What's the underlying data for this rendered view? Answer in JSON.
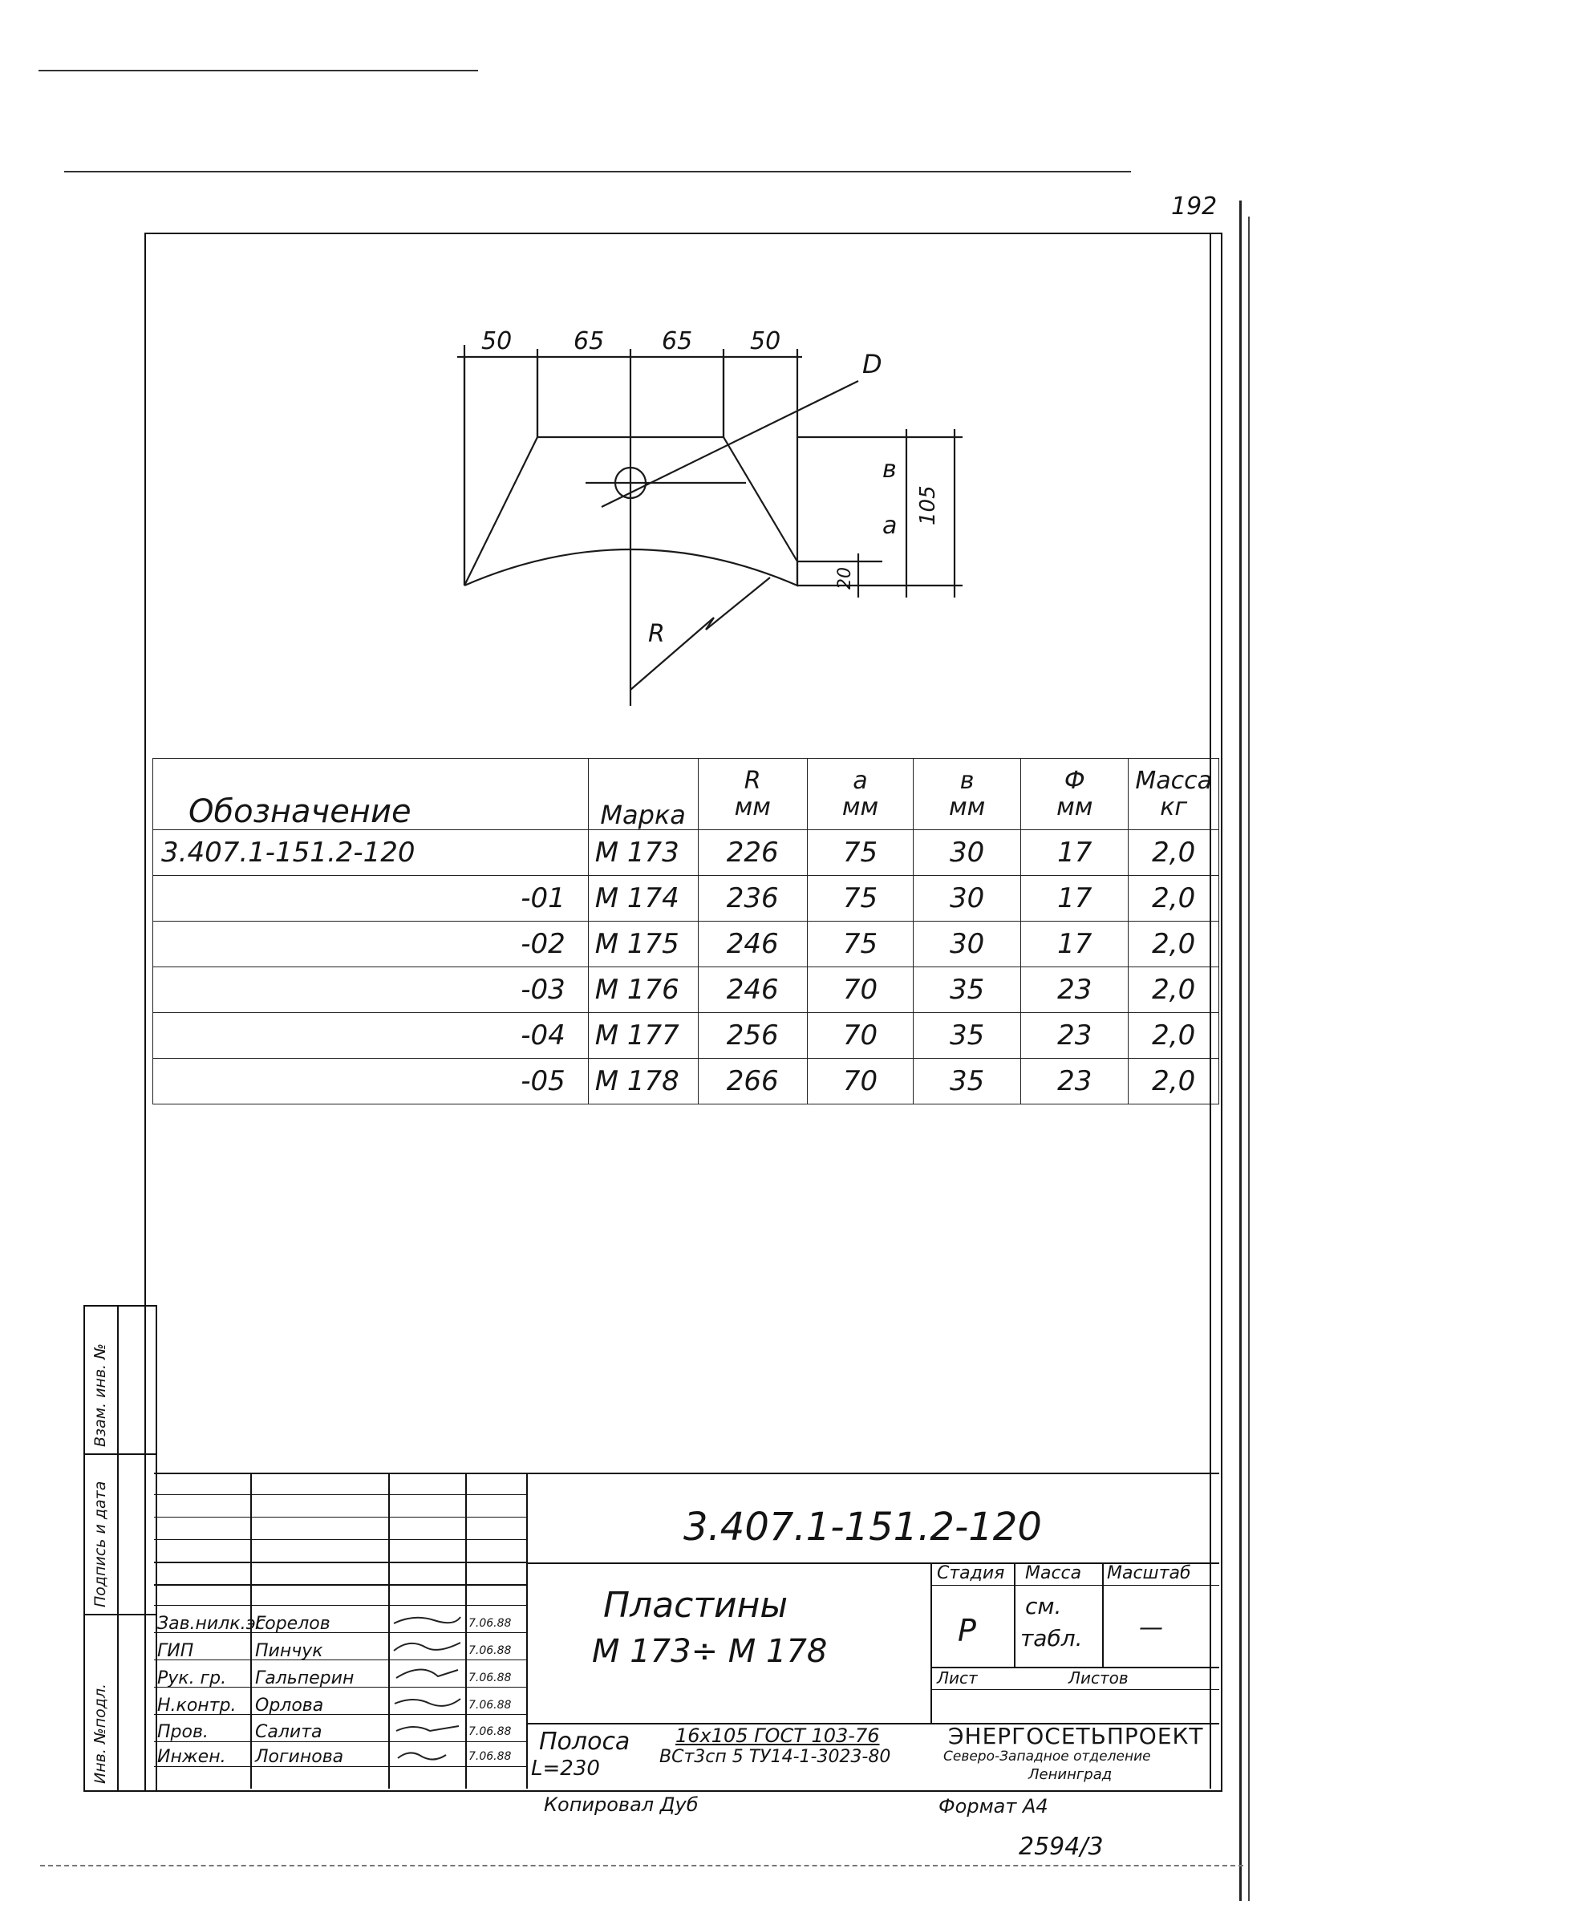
{
  "sheet_number": "192",
  "drawing": {
    "dims_top": [
      "50",
      "65",
      "65",
      "50"
    ],
    "label_D": "D",
    "label_b": "в",
    "label_a": "а",
    "label_105": "105",
    "label_20": "20",
    "label_R": "R"
  },
  "table": {
    "headers": {
      "designation": "Обозначение",
      "mark": "Марка",
      "R": [
        "R",
        "мм"
      ],
      "a": [
        "а",
        "мм"
      ],
      "b": [
        "в",
        "мм"
      ],
      "D": [
        "Ф",
        "мм"
      ],
      "mass": [
        "Масса",
        "кг"
      ]
    },
    "rows": [
      {
        "designation": "3.407.1-151.2-120",
        "mark": "М 173",
        "R": "226",
        "a": "75",
        "b": "30",
        "D": "17",
        "mass": "2,0"
      },
      {
        "designation": "-01",
        "mark": "М 174",
        "R": "236",
        "a": "75",
        "b": "30",
        "D": "17",
        "mass": "2,0"
      },
      {
        "designation": "-02",
        "mark": "М 175",
        "R": "246",
        "a": "75",
        "b": "30",
        "D": "17",
        "mass": "2,0"
      },
      {
        "designation": "-03",
        "mark": "М 176",
        "R": "246",
        "a": "70",
        "b": "35",
        "D": "23",
        "mass": "2,0"
      },
      {
        "designation": "-04",
        "mark": "М 177",
        "R": "256",
        "a": "70",
        "b": "35",
        "D": "23",
        "mass": "2,0"
      },
      {
        "designation": "-05",
        "mark": "М 178",
        "R": "266",
        "a": "70",
        "b": "35",
        "D": "23",
        "mass": "2,0"
      }
    ]
  },
  "side_stamp": {
    "inv_no": "Инв. №подл.",
    "signature_date": "Подпись и дата",
    "replaced_inv": "Взам. инв. №"
  },
  "title_block": {
    "doc_code": "3.407.1-151.2-120",
    "title_line1": "Пластины",
    "title_line2": "М 173÷ М 178",
    "stage_label": "Стадия",
    "mass_label": "Масса",
    "scale_label": "Масштаб",
    "stage_value": "Р",
    "mass_value_1": "см.",
    "mass_value_2": "табл.",
    "scale_value": "—",
    "sheet_label": "Лист",
    "sheets_label": "Листов",
    "material_1": "Полоса",
    "material_2": "L=230",
    "material_3": "16х105 ГОСТ 103-76",
    "material_4": "ВСт3сп 5 ТУ14-1-3023-80",
    "org_1": "ЭНЕРГОСЕТЬПРОЕКТ",
    "org_2": "Северо-Западное отделение",
    "org_3": "Ленинград",
    "people": [
      {
        "role": "Зав.нилк.эс",
        "name": "Горелов",
        "date": "7.06.88"
      },
      {
        "role": "ГИП",
        "name": "Пинчук",
        "date": "7.06.88"
      },
      {
        "role": "Рук. гр.",
        "name": "Гальперин",
        "date": "7.06.88"
      },
      {
        "role": "Н.контр.",
        "name": "Орлова",
        "date": "7.06.88"
      },
      {
        "role": "Пров.",
        "name": "Салита",
        "date": "7.06.88"
      },
      {
        "role": "Инжен.",
        "name": "Логинова",
        "date": "7.06.88"
      }
    ]
  },
  "footer": {
    "copied": "Копировал Дуб",
    "format": "Формат А4",
    "number": "2594/3"
  }
}
